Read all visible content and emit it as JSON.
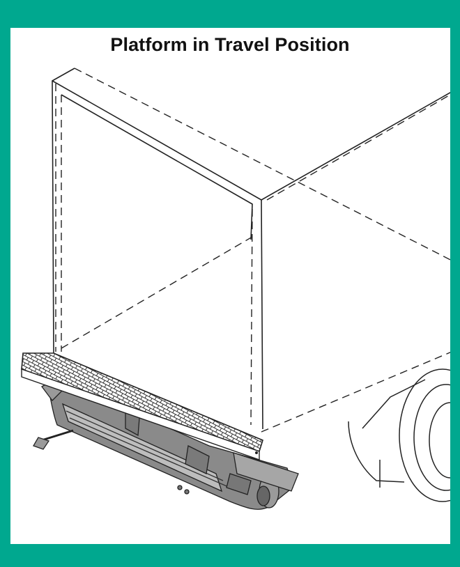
{
  "figure": {
    "title": "Platform in Travel Position"
  },
  "colors": {
    "border": "#00A88F",
    "panel": "#FFFFFF",
    "line": "#222222",
    "mechanism": "#8A8A8A"
  },
  "parts": [
    "truck-body-outline",
    "liftgate-platform",
    "lift-mechanism",
    "rear-wheel"
  ]
}
